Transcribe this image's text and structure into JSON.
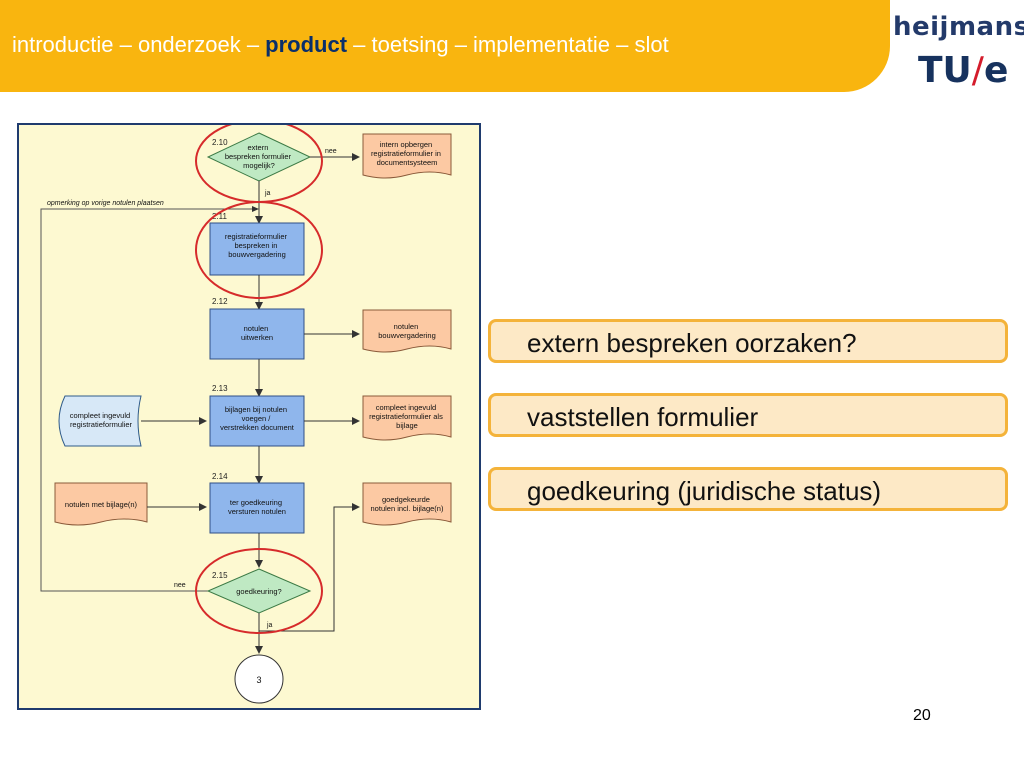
{
  "header": {
    "nav_before": "introductie – onderzoek – ",
    "nav_active": "product",
    "nav_after": " – toetsing – implementatie – slot",
    "accent_color": "#f9b50f",
    "active_color": "#0a2f6b"
  },
  "logos": {
    "heijmans": "heijmans",
    "tue_a": "TU",
    "tue_slash": "/",
    "tue_b": "e"
  },
  "flowchart": {
    "steps": {
      "s210": "2.10",
      "s211": "2.11",
      "s212": "2.12",
      "s213": "2.13",
      "s214": "2.14",
      "s215": "2.15"
    },
    "decision_extern": [
      "extern",
      "bespreken formulier",
      "mogelijk?"
    ],
    "intern_doc": [
      "intern opbergen",
      "registratieformulier in",
      "documentsysteem"
    ],
    "feedback_note": "opmerking op vorige notulen plaatsen",
    "bespreken": [
      "registratieformulier",
      "bespreken in",
      "bouwvergadering"
    ],
    "notulen_uitwerken": [
      "notulen",
      "uitwerken"
    ],
    "notulen_doc": [
      "notulen",
      "bouwvergadering"
    ],
    "compleet_input": [
      "compleet ingevuld",
      "registratieformulier"
    ],
    "bijlagen": [
      "bijlagen bij notulen",
      "voegen /",
      "verstrekken document"
    ],
    "compleet_doc": [
      "compleet ingevuld",
      "registratieformulier als",
      "bijlage"
    ],
    "notulen_bijlage": "notulen met bijlage(n)",
    "goedkeuring_versturen": [
      "ter goedkeuring",
      "versturen notulen"
    ],
    "goedgekeurde_doc": [
      "goedgekeurde",
      "notulen incl. bijlage(n)"
    ],
    "decision_goedkeuring": "goedkeuring?",
    "connector": "3",
    "label_nee": "nee",
    "label_ja": "ja",
    "colors": {
      "process_fill": "#8fb6ec",
      "document_fill": "#fcc9a3",
      "decision_fill": "#bfe9c3",
      "input_fill": "#d7e8f7",
      "highlight_ring": "#d62b2b",
      "frame_border": "#1f3b6e"
    }
  },
  "callouts": [
    "extern bespreken oorzaken?",
    "vaststellen formulier",
    "goedkeuring  (juridische status)"
  ],
  "page_number": "20"
}
